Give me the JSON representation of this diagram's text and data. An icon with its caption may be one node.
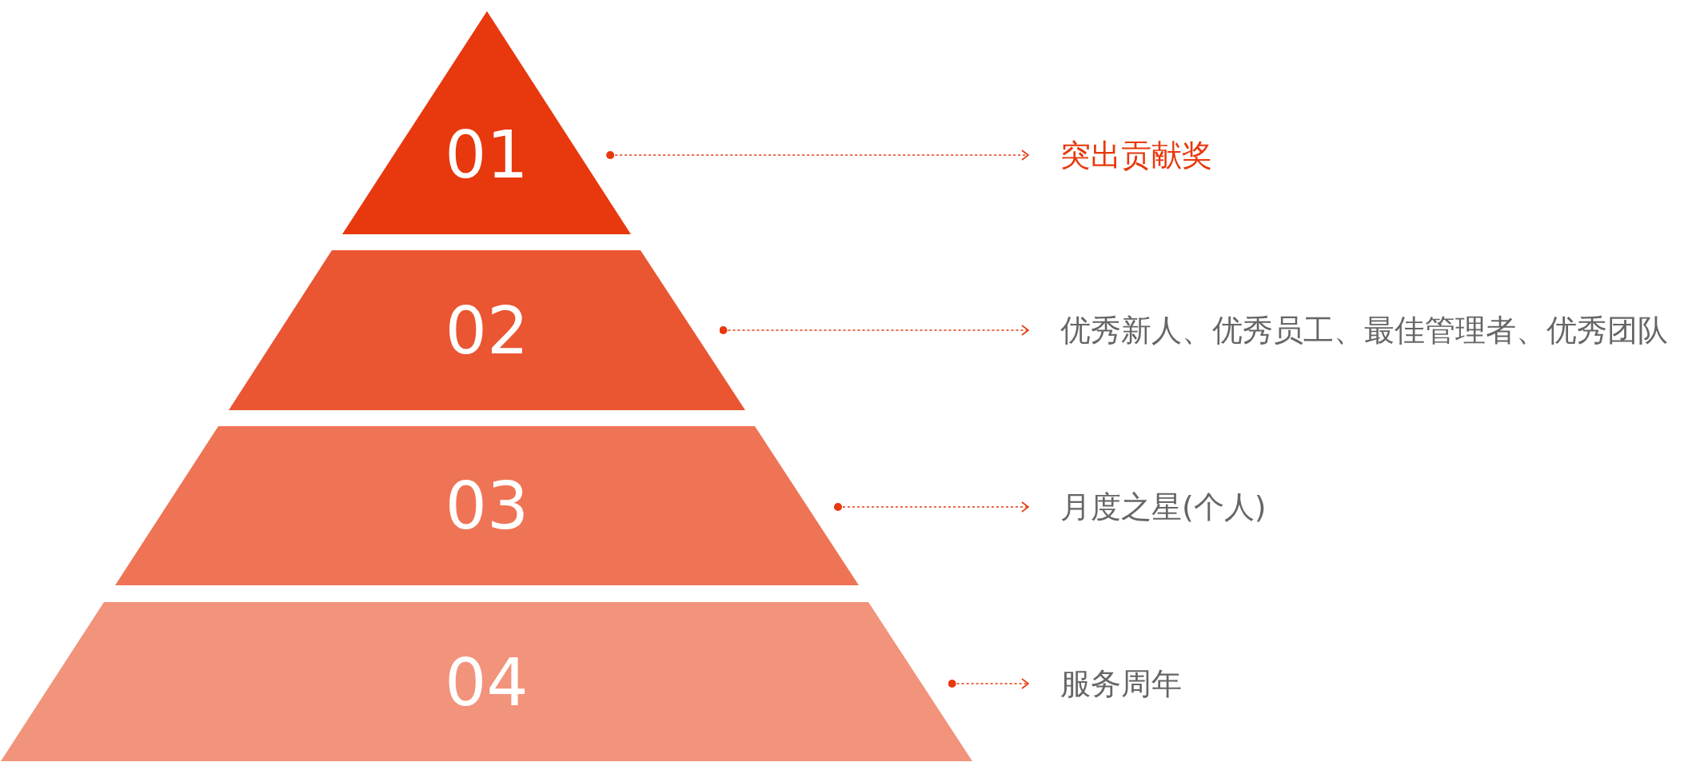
{
  "diagram": {
    "nodes": [
      {
        "text": [
          "01"
        ]
      },
      {
        "text": [
          "02"
        ]
      },
      {
        "text": [
          "03"
        ]
      },
      {
        "text": [
          "04"
        ]
      },
      {
        "text": [
          "突出贡献奖"
        ]
      },
      {
        "text": [
          "优秀新人、优秀员工、最佳管理者、优秀团队"
        ]
      },
      {
        "text": [
          "月度之星(个人)"
        ]
      },
      {
        "text": [
          "服务周年"
        ]
      }
    ],
    "edges": [
      {
        "from": 0,
        "to": 4,
        "arrow": "to",
        "style": "dashed"
      },
      {
        "from": 1,
        "to": 5,
        "arrow": "to",
        "style": "dashed"
      },
      {
        "from": 2,
        "to": 6,
        "arrow": "to",
        "style": "dashed"
      },
      {
        "from": 3,
        "to": 7,
        "arrow": "to",
        "style": "dashed"
      }
    ]
  }
}
